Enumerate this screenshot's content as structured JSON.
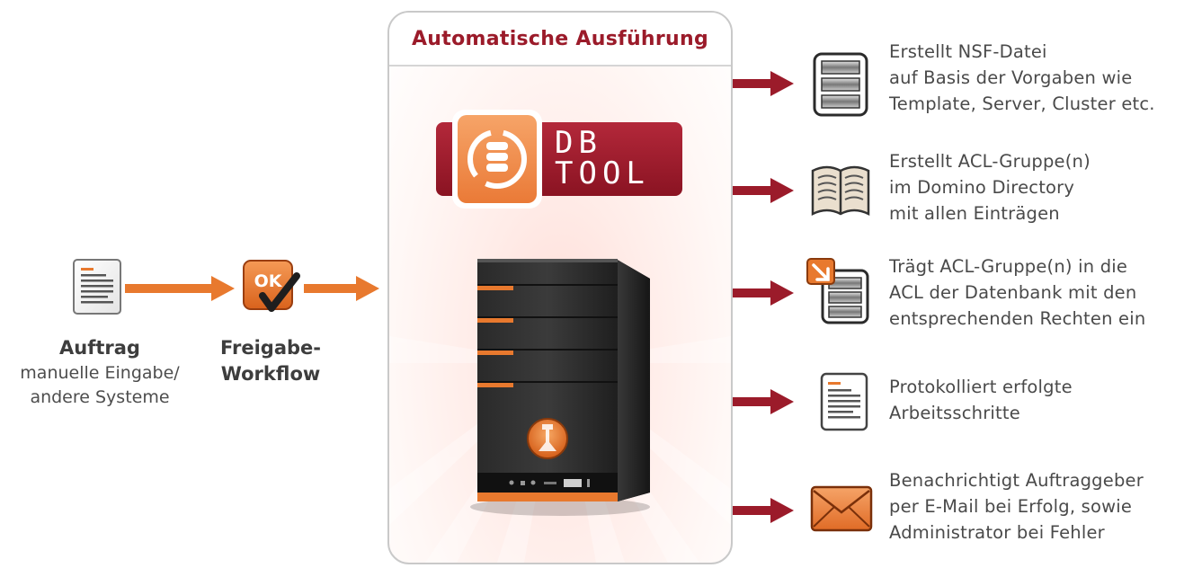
{
  "input": {
    "auftrag": {
      "title": "Auftrag",
      "line1": "manuelle Eingabe/",
      "line2": "andere Systeme",
      "icon": "document-icon"
    },
    "freigabe": {
      "line1": "Freigabe-",
      "line2": "Workflow",
      "icon_text": "OK",
      "icon": "ok-check-icon"
    }
  },
  "panel": {
    "title": "Automatische Ausführung",
    "logo_line1": "DB",
    "logo_line2": "TOOL",
    "server_icon": "server-tower-icon"
  },
  "outputs": [
    {
      "icon": "database-icon",
      "lines": [
        "Erstellt NSF-Datei",
        "auf Basis der Vorgaben wie",
        "Template, Server, Cluster etc."
      ]
    },
    {
      "icon": "directory-book-icon",
      "lines": [
        "Erstellt ACL-Gruppe(n)",
        "im Domino Directory",
        "mit allen Einträgen"
      ]
    },
    {
      "icon": "acl-import-icon",
      "lines": [
        "Trägt ACL-Gruppe(n) in die",
        "ACL der Datenbank mit den",
        "entsprechenden Rechten ein"
      ]
    },
    {
      "icon": "log-document-icon",
      "lines": [
        "Protokolliert erfolgte",
        "Arbeitsschritte"
      ]
    },
    {
      "icon": "mail-icon",
      "lines": [
        "Benachrichtigt Auftraggeber",
        "per E-Mail bei Erfolg, sowie",
        "Administrator bei Fehler"
      ]
    }
  ],
  "colors": {
    "accent_red": "#9b1b2a",
    "accent_orange": "#e8792e",
    "text": "#4a4a4a"
  }
}
